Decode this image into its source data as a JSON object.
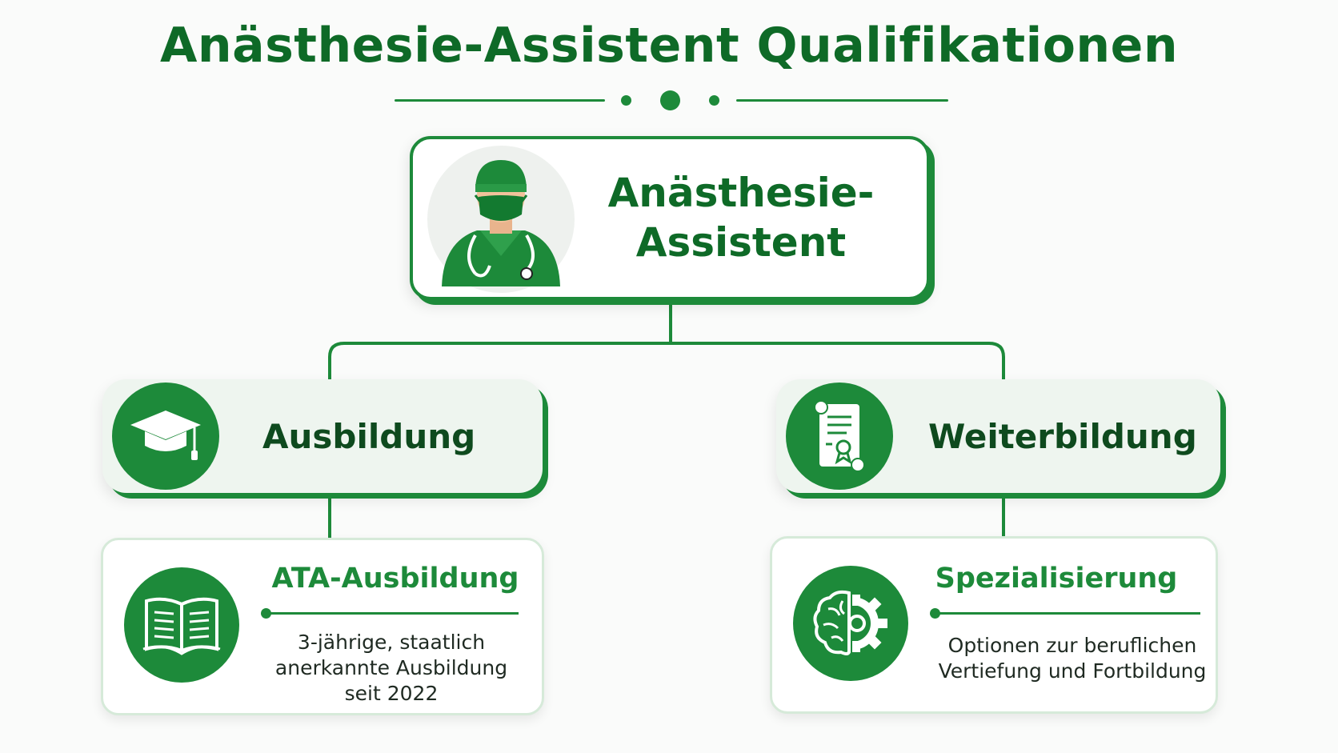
{
  "title": "Anästhesie-Assistent Qualifikationen",
  "root": {
    "line1": "Anästhesie-",
    "line2": "Assistent",
    "icon": "anesthetist-avatar-icon"
  },
  "branches": [
    {
      "label": "Ausbildung",
      "icon": "graduation-cap-icon",
      "detail": {
        "title": "ATA-Ausbildung",
        "icon": "open-book-icon",
        "lines": [
          "3-jährige, staatlich",
          "anerkannte Ausbildung",
          "seit 2022"
        ]
      }
    },
    {
      "label": "Weiterbildung",
      "icon": "certificate-scroll-icon",
      "detail": {
        "title": "Spezialisierung",
        "icon": "brain-gear-icon",
        "lines": [
          "Optionen zur beruflichen",
          "Vertiefung und Fortbildung"
        ]
      }
    }
  ],
  "colors": {
    "primary": "#1d8a3a",
    "title": "#0e6a27",
    "category_bg": "#eef5ef",
    "detail_border": "#d6ead9"
  }
}
